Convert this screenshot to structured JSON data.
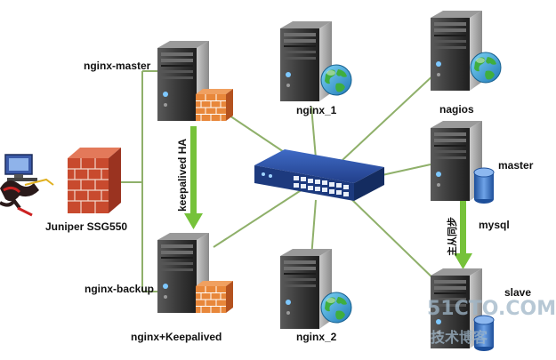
{
  "nodes": {
    "nginx_master": "nginx-master",
    "nginx_backup": "nginx-backup",
    "nginx_1": "nginx_1",
    "nginx_2": "nginx_2",
    "nagios": "nagios",
    "master": "master",
    "slave": "slave",
    "mysql": "mysql",
    "juniper": "Juniper SSG550"
  },
  "annotations": {
    "keepalived_ha": "keepalived HA",
    "nginx_keepalived": "nginx+Keepalived",
    "replication": "主从同步"
  },
  "watermark": {
    "line1": "51CTO.COM",
    "line2": "技术博客"
  },
  "colors": {
    "link_green": "#8fb06a",
    "arrow_green": "#76c23a",
    "server_body": "#3a3a3a",
    "switch_blue": "#2a4f9e",
    "firewall_red": "#c84a2e",
    "firewall_orange": "#e8873a"
  }
}
